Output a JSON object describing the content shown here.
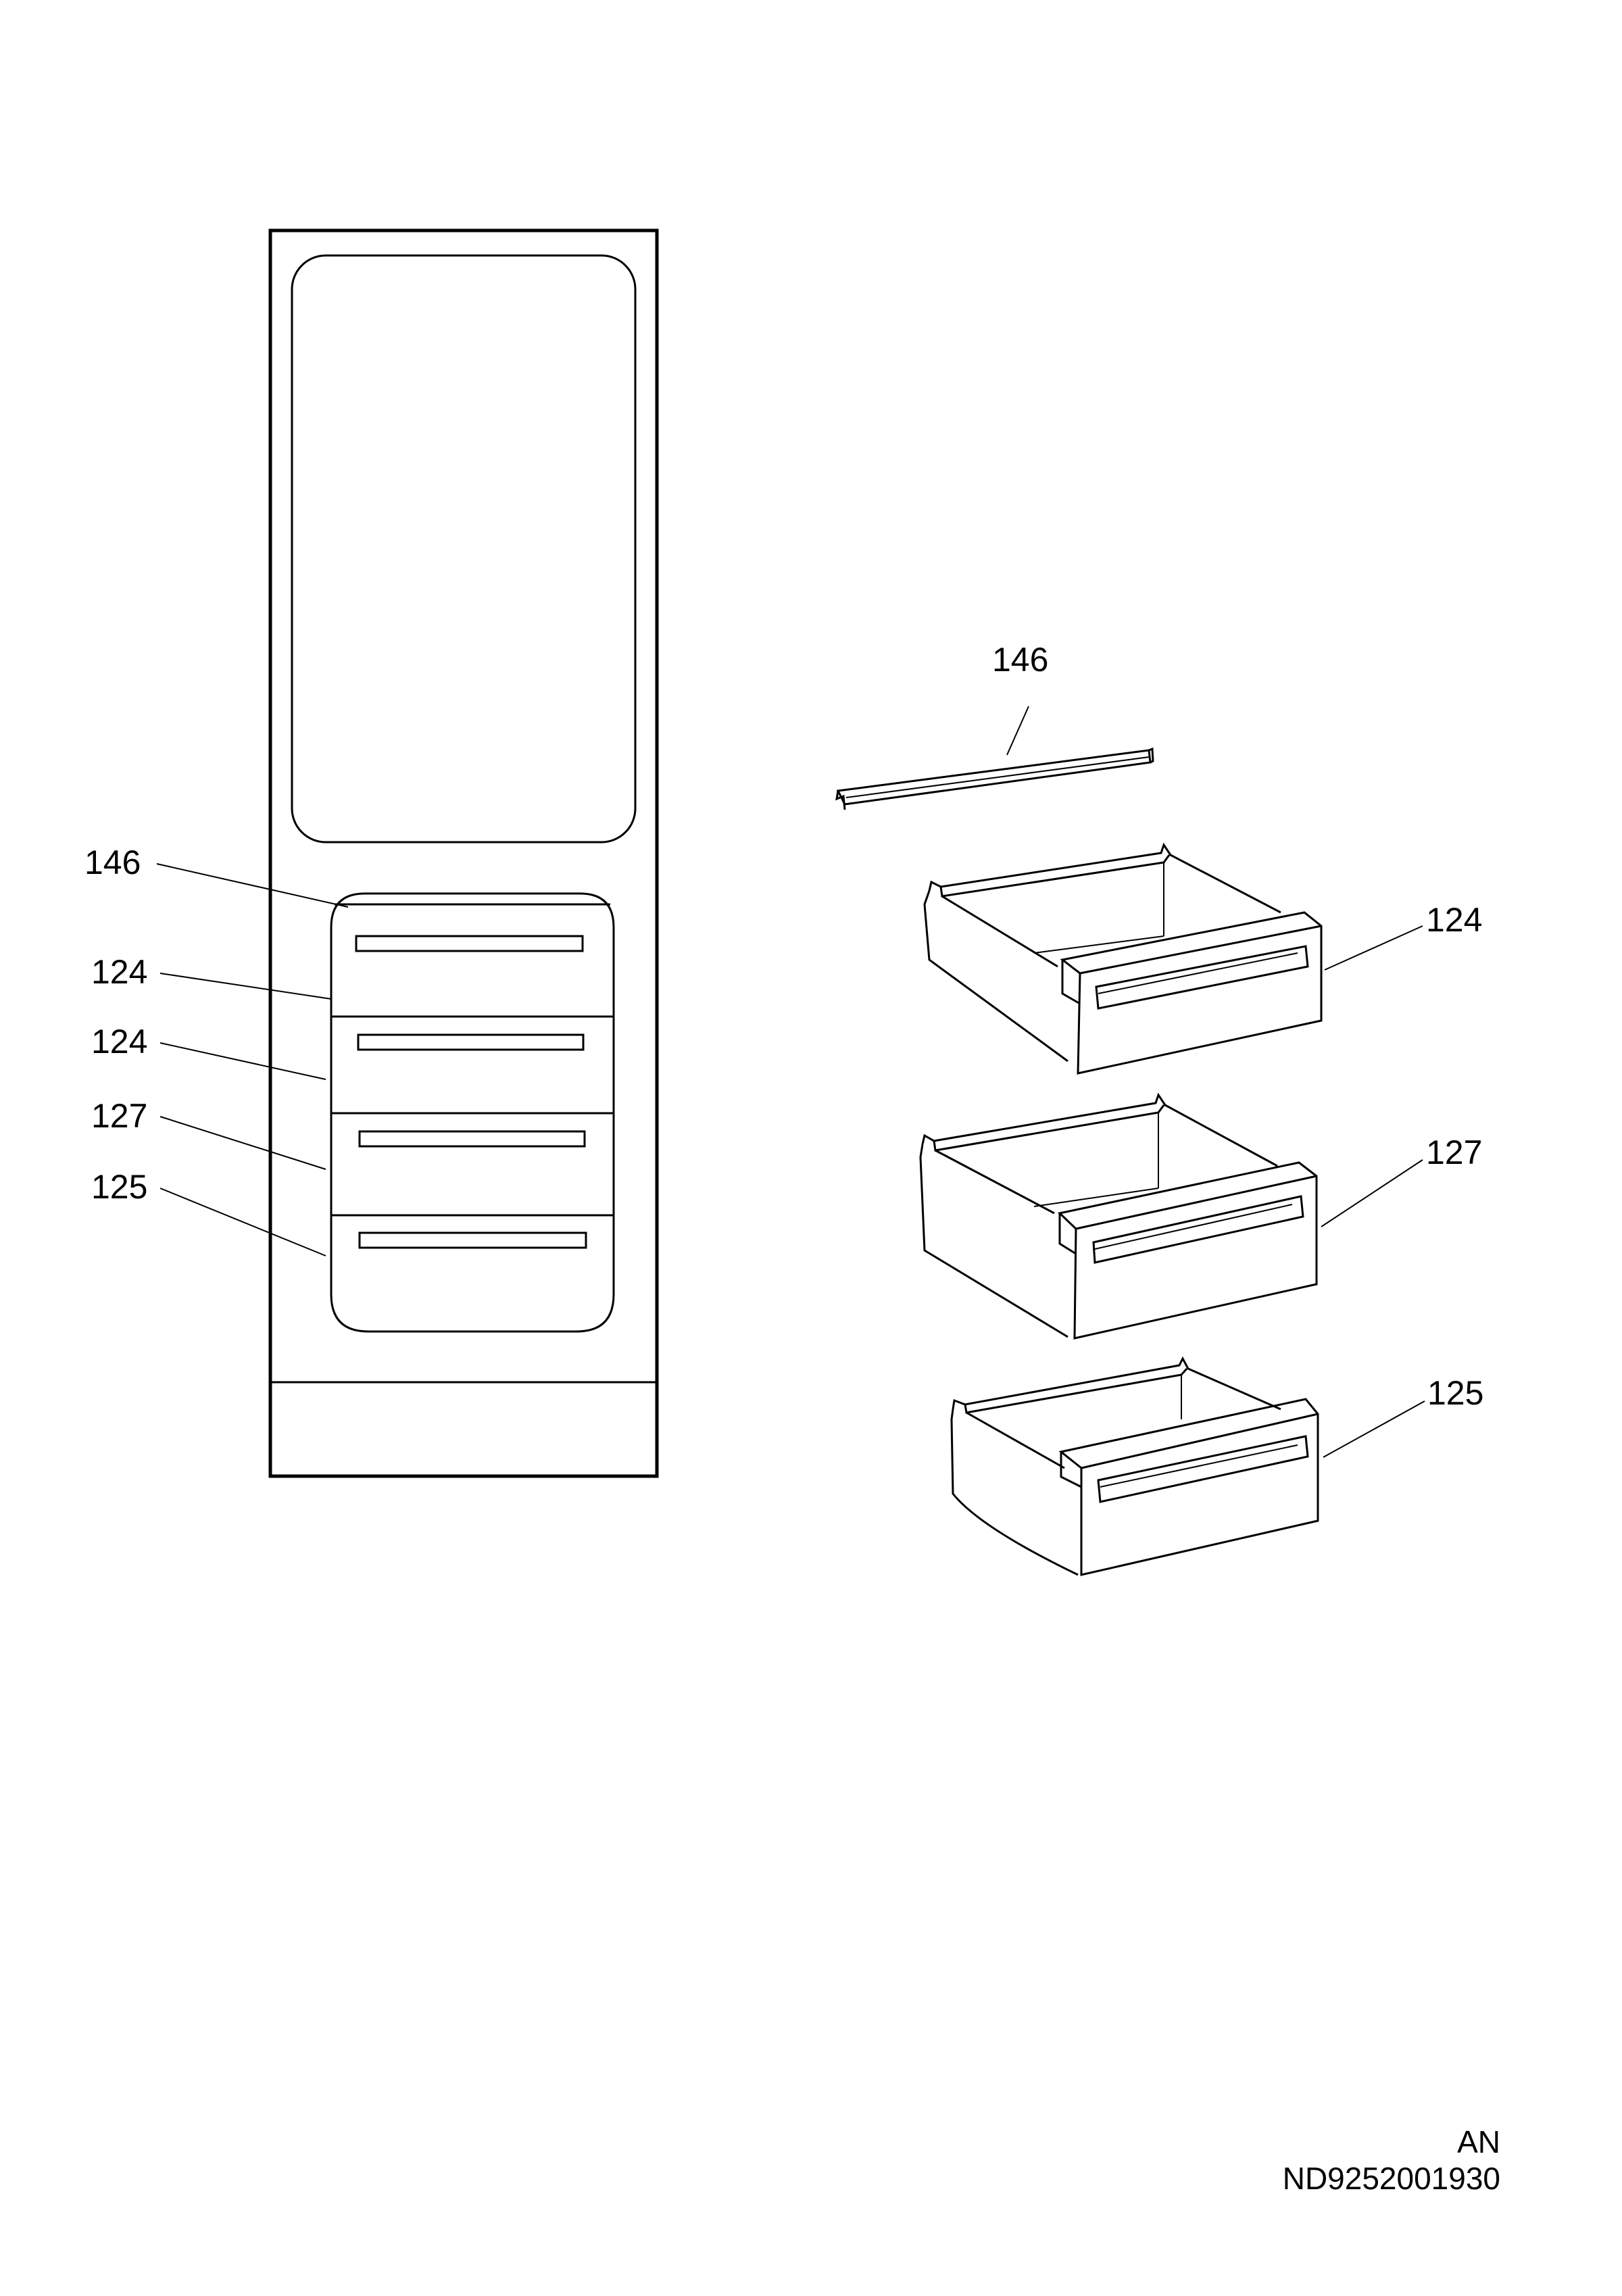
{
  "callouts": {
    "left_146": "146",
    "left_124a": "124",
    "left_124b": "124",
    "left_127": "127",
    "left_125": "125",
    "right_146": "146",
    "right_124": "124",
    "right_127": "127",
    "right_125": "125"
  },
  "footer": {
    "variant": "AN",
    "drawing_number": "ND9252001930"
  }
}
